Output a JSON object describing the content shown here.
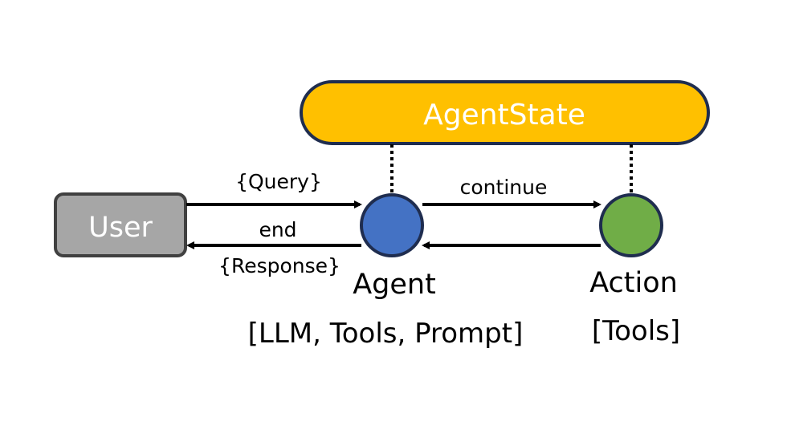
{
  "state": {
    "label": "AgentState",
    "fill": "#FFC000",
    "stroke": "#1F2D4F",
    "text_color": "#FFFFFF"
  },
  "user": {
    "label": "User",
    "fill": "#A6A6A6",
    "stroke": "#404040",
    "text_color": "#FFFFFF"
  },
  "agent": {
    "label": "Agent",
    "sublabel": "[LLM, Tools, Prompt]",
    "fill": "#4472C4",
    "stroke": "#1F2D4F"
  },
  "action": {
    "label": "Action",
    "sublabel": "[Tools]",
    "fill": "#70AD47",
    "stroke": "#1F2D4F"
  },
  "edges": {
    "query": "{Query}",
    "continue": "continue",
    "end": "end",
    "response": "{Response}"
  }
}
